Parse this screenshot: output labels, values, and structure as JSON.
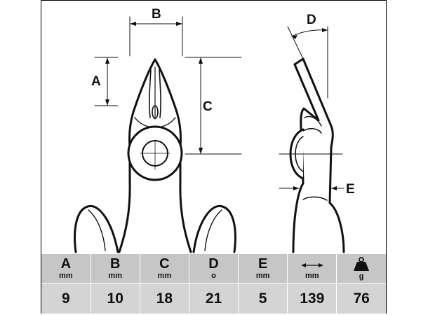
{
  "dimension_labels": {
    "a": "A",
    "b": "B",
    "c": "C",
    "d": "D",
    "e": "E"
  },
  "specs": {
    "columns": [
      {
        "header": "A",
        "unit": "mm",
        "value": "9"
      },
      {
        "header": "B",
        "unit": "mm",
        "value": "10"
      },
      {
        "header": "C",
        "unit": "mm",
        "value": "18"
      },
      {
        "header": "D",
        "unit": "o",
        "value": "21"
      },
      {
        "header": "E",
        "unit": "mm",
        "value": "5"
      },
      {
        "header": "",
        "icon": "double-arrow-icon",
        "unit": "mm",
        "value": "139"
      },
      {
        "header": "",
        "icon": "weight-icon",
        "unit": "g",
        "value": "76"
      }
    ]
  },
  "colors": {
    "header_bg": "#c6c6c6",
    "value_bg": "#d4d4d4",
    "line": "#111111"
  }
}
